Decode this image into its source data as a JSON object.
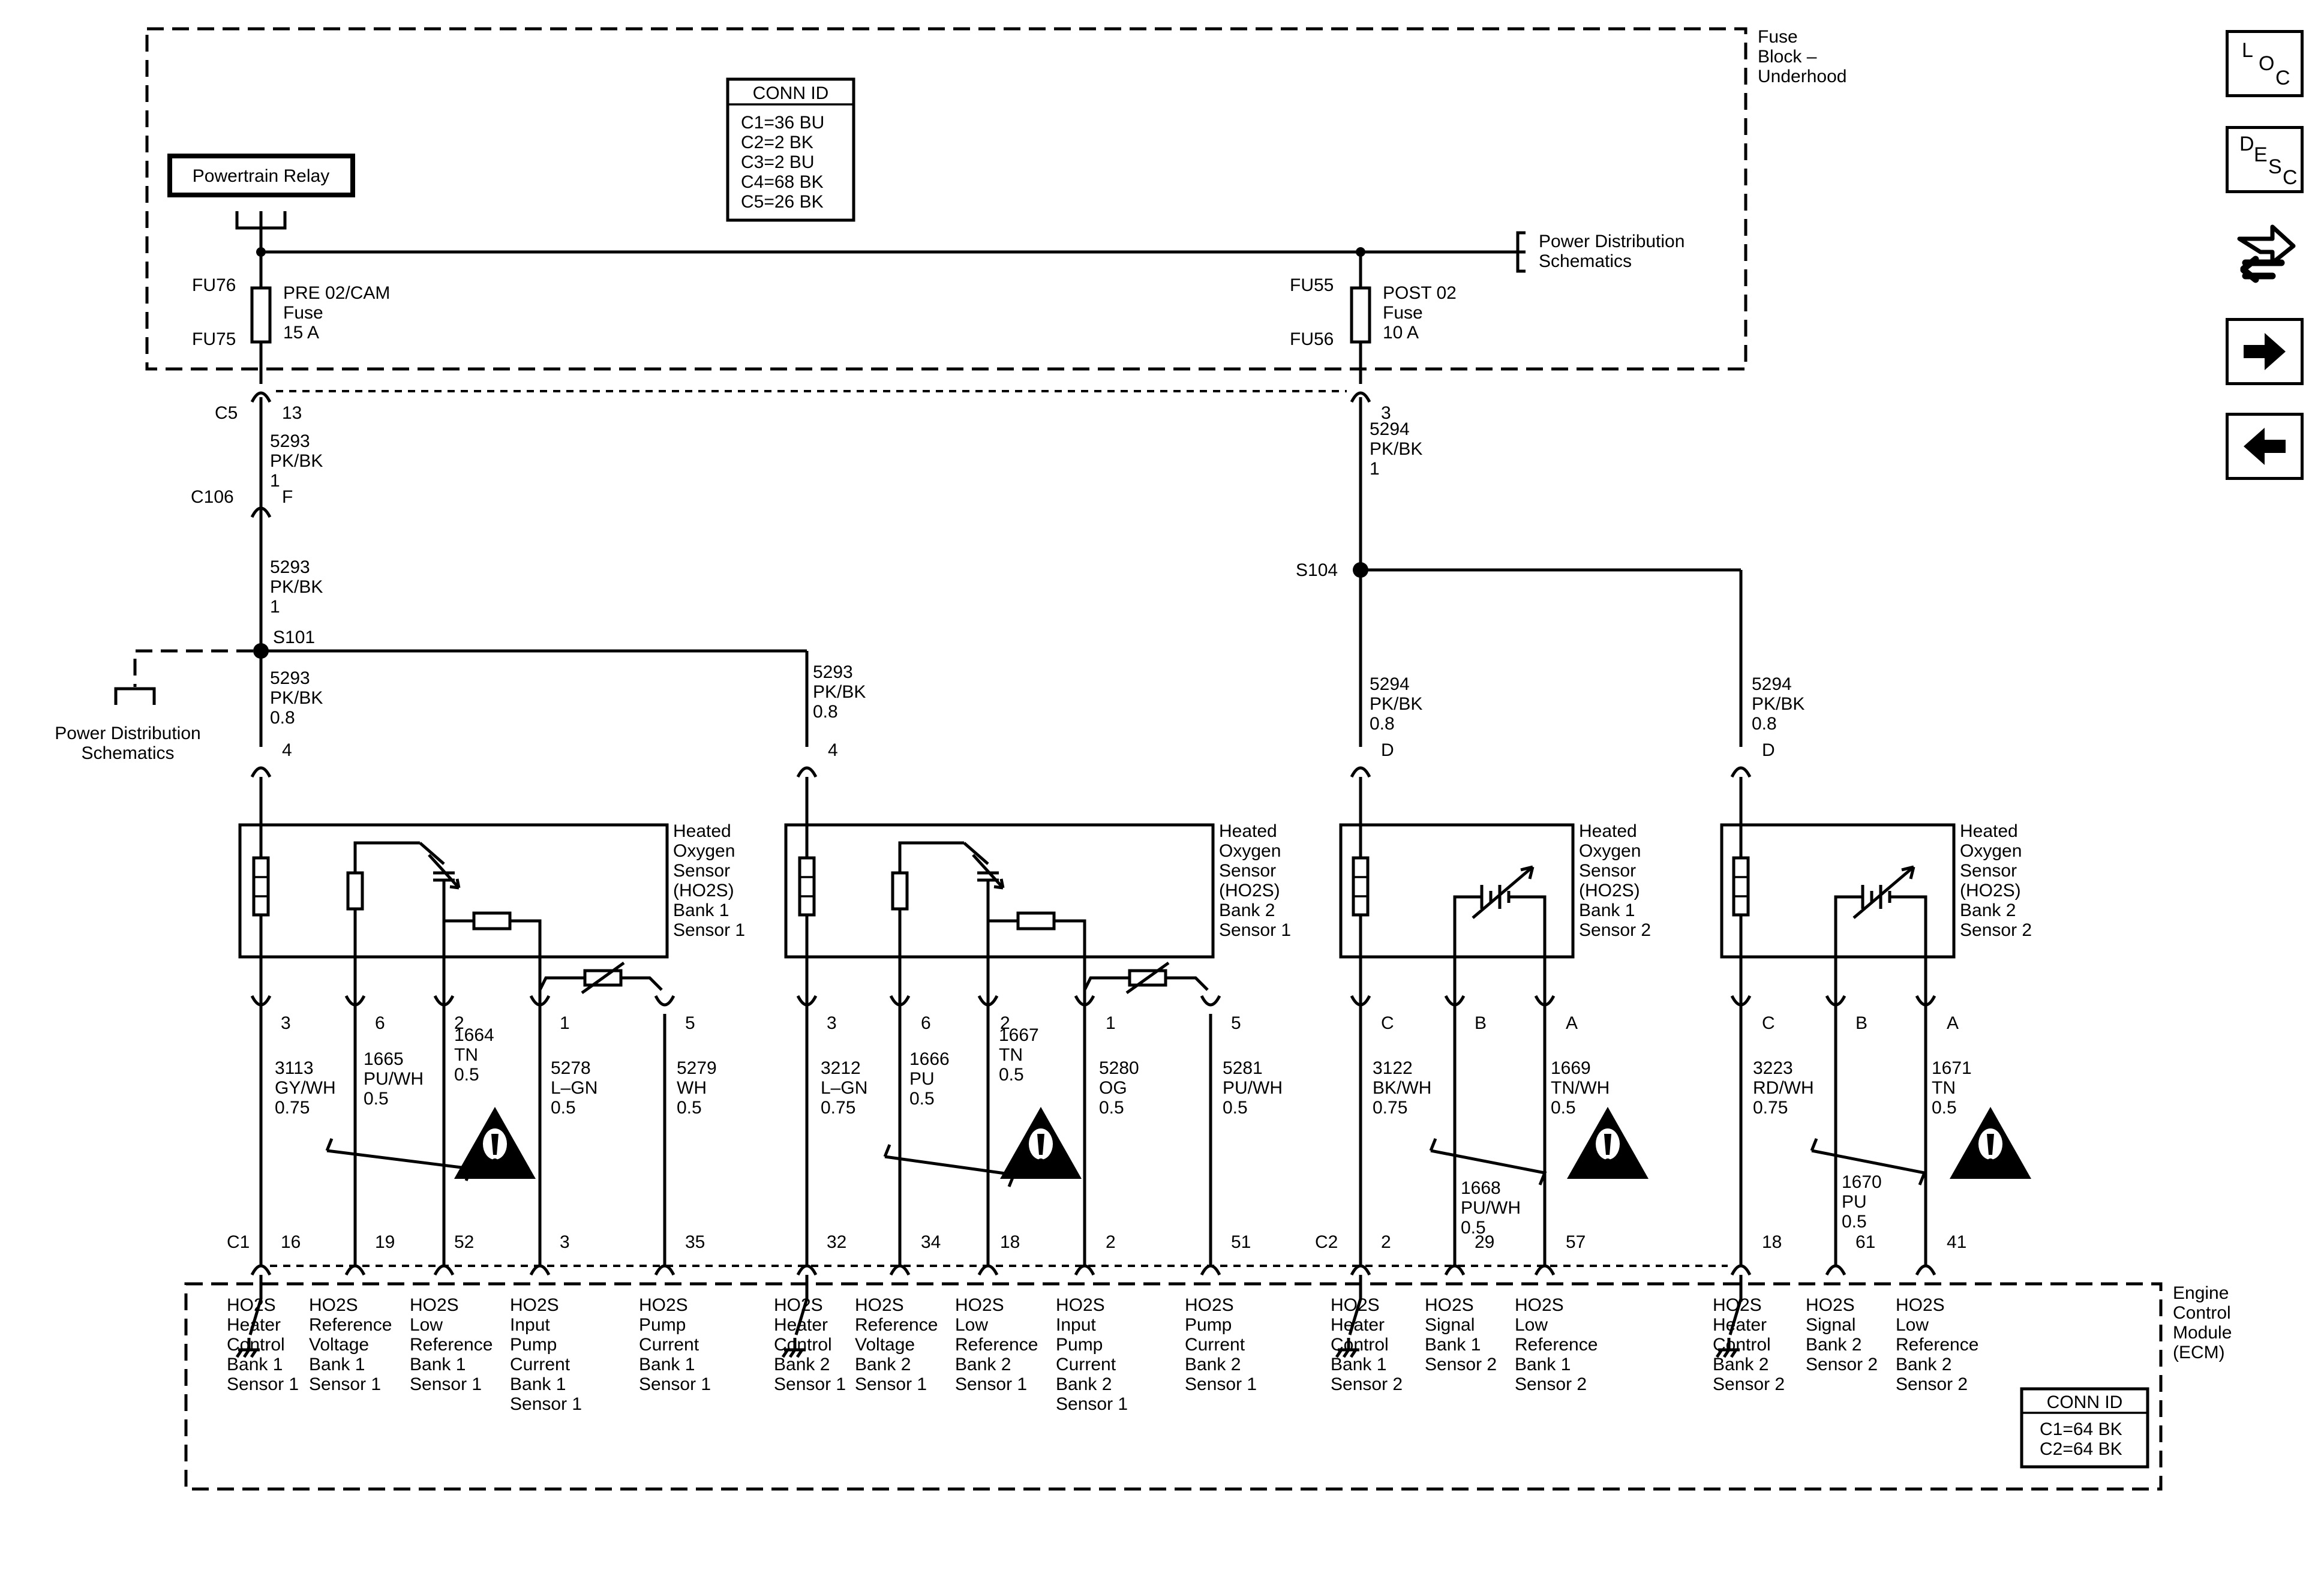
{
  "fuse_block": {
    "title_lines": [
      "Fuse",
      "Block –",
      "Underhood"
    ]
  },
  "conn_id_top": {
    "header": "CONN ID",
    "rows": [
      "C1=36 BU",
      "C2=2 BK",
      "C3=2 BU",
      "C4=68 BK",
      "C5=26 BK"
    ]
  },
  "relay": {
    "label": "Powertrain Relay"
  },
  "power_dist_right": {
    "lines": [
      "Power Distribution",
      "Schematics"
    ]
  },
  "power_dist_left": {
    "lines": [
      "Power Distribution",
      "Schematics"
    ]
  },
  "fuses": [
    {
      "top_ref": "FU76",
      "bottom_ref": "FU75",
      "lines": [
        "PRE 02/CAM",
        "Fuse",
        "15 A"
      ]
    },
    {
      "top_ref": "FU55",
      "bottom_ref": "FU56",
      "lines": [
        "POST 02",
        "Fuse",
        "10 A"
      ]
    }
  ],
  "connectors": {
    "c5": "C5",
    "c106": "C106",
    "c1": "C1",
    "c2": "C2"
  },
  "pins": {
    "c5_13": "13",
    "c5_3": "3",
    "c106_f": "F",
    "s1_top": "4",
    "s2_top": "4",
    "s3_top": "D",
    "s4_top": "D"
  },
  "splices": {
    "s101": "S101",
    "s104": "S104"
  },
  "wires": {
    "w5293a": [
      "5293",
      "PK/BK",
      "1"
    ],
    "w5293b": [
      "5293",
      "PK/BK",
      "1"
    ],
    "w5293c": [
      "5293",
      "PK/BK",
      "0.8"
    ],
    "w5293d": [
      "5293",
      "PK/BK",
      "0.8"
    ],
    "w5294a": [
      "5294",
      "PK/BK",
      "1"
    ],
    "w5294b": [
      "5294",
      "PK/BK",
      "0.8"
    ],
    "w5294c": [
      "5294",
      "PK/BK",
      "0.8"
    ]
  },
  "sensors": [
    {
      "name_lines": [
        "Heated",
        "Oxygen",
        "Sensor",
        "(HO2S)",
        "Bank 1",
        "Sensor 1"
      ],
      "pins": [
        "3",
        "6",
        "2",
        "1",
        "5"
      ],
      "wires": [
        [
          "3113",
          "GY/WH",
          "0.75"
        ],
        [
          "1665",
          "PU/WH",
          "0.5"
        ],
        [
          "1664",
          "TN",
          "0.5"
        ],
        [
          "5278",
          "L–GN",
          "0.5"
        ],
        [
          "5279",
          "WH",
          "0.5"
        ]
      ],
      "ecm_pins": [
        "16",
        "19",
        "52",
        "3",
        "35"
      ],
      "ecm_labels": [
        [
          "HO2S",
          "Heater",
          "Control",
          "Bank 1",
          "Sensor 1"
        ],
        [
          "HO2S",
          "Reference",
          "Voltage",
          "Bank 1",
          "Sensor 1"
        ],
        [
          "HO2S",
          "Low",
          "Reference",
          "Bank 1",
          "Sensor 1"
        ],
        [
          "HO2S",
          "Input",
          "Pump",
          "Current",
          "Bank 1",
          "Sensor 1"
        ],
        [
          "HO2S",
          "Pump",
          "Current",
          "Bank 1",
          "Sensor 1"
        ]
      ]
    },
    {
      "name_lines": [
        "Heated",
        "Oxygen",
        "Sensor",
        "(HO2S)",
        "Bank 2",
        "Sensor 1"
      ],
      "pins": [
        "3",
        "6",
        "2",
        "1",
        "5"
      ],
      "wires": [
        [
          "3212",
          "L–GN",
          "0.75"
        ],
        [
          "1666",
          "PU",
          "0.5"
        ],
        [
          "1667",
          "TN",
          "0.5"
        ],
        [
          "5280",
          "OG",
          "0.5"
        ],
        [
          "5281",
          "PU/WH",
          "0.5"
        ]
      ],
      "ecm_pins": [
        "32",
        "34",
        "18",
        "2",
        "51"
      ],
      "ecm_labels": [
        [
          "HO2S",
          "Heater",
          "Control",
          "Bank 2",
          "Sensor 1"
        ],
        [
          "HO2S",
          "Reference",
          "Voltage",
          "Bank 2",
          "Sensor 1"
        ],
        [
          "HO2S",
          "Low",
          "Reference",
          "Bank 2",
          "Sensor 1"
        ],
        [
          "HO2S",
          "Input",
          "Pump",
          "Current",
          "Bank 2",
          "Sensor 1"
        ],
        [
          "HO2S",
          "Pump",
          "Current",
          "Bank 2",
          "Sensor 1"
        ]
      ]
    },
    {
      "name_lines": [
        "Heated",
        "Oxygen",
        "Sensor",
        "(HO2S)",
        "Bank 1",
        "Sensor 2"
      ],
      "pins": [
        "C",
        "B",
        "A"
      ],
      "wires": [
        [
          "3122",
          "BK/WH",
          "0.75"
        ],
        [
          "1668",
          "PU/WH",
          "0.5"
        ],
        [
          "1669",
          "TN/WH",
          "0.5"
        ]
      ],
      "ecm_pins": [
        "2",
        "29",
        "57"
      ],
      "ecm_labels": [
        [
          "HO2S",
          "Heater",
          "Control",
          "Bank 1",
          "Sensor 2"
        ],
        [
          "HO2S",
          "Signal",
          "Bank 1",
          "Sensor 2"
        ],
        [
          "HO2S",
          "Low",
          "Reference",
          "Bank 1",
          "Sensor 2"
        ]
      ]
    },
    {
      "name_lines": [
        "Heated",
        "Oxygen",
        "Sensor",
        "(HO2S)",
        "Bank 2",
        "Sensor 2"
      ],
      "pins": [
        "C",
        "B",
        "A"
      ],
      "wires": [
        [
          "3223",
          "RD/WH",
          "0.75"
        ],
        [
          "1670",
          "PU",
          "0.5"
        ],
        [
          "1671",
          "TN",
          "0.5"
        ]
      ],
      "ecm_pins": [
        "18",
        "61",
        "41"
      ],
      "ecm_labels": [
        [
          "HO2S",
          "Heater",
          "Control",
          "Bank 2",
          "Sensor 2"
        ],
        [
          "HO2S",
          "Signal",
          "Bank 2",
          "Sensor 2"
        ],
        [
          "HO2S",
          "Low",
          "Reference",
          "Bank 2",
          "Sensor 2"
        ]
      ]
    }
  ],
  "ecm": {
    "title_lines": [
      "Engine",
      "Control",
      "Module",
      "(ECM)"
    ]
  },
  "conn_id_bottom": {
    "header": "CONN ID",
    "rows": [
      "C1=64 BK",
      "C2=64 BK"
    ]
  },
  "nav": {
    "loc": [
      "L",
      "O",
      "C"
    ],
    "desc": [
      "D",
      "E",
      "S",
      "C"
    ],
    "icons": [
      "component-locator-icon",
      "forward-arrow-icon",
      "back-arrow-icon"
    ]
  }
}
